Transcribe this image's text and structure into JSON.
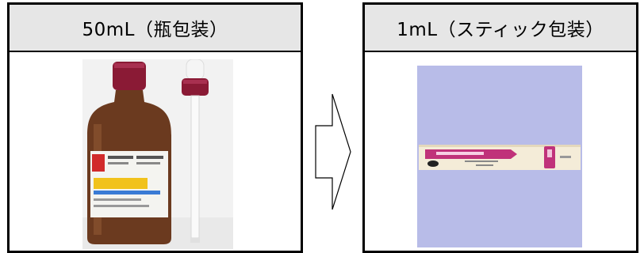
{
  "panels": {
    "left": {
      "title": "50mL（瓶包装）"
    },
    "right": {
      "title": "1mL（スティック包装）"
    }
  },
  "colors": {
    "header_bg": "#e6e6e6",
    "border": "#000000",
    "stick_background": "#b8bce8",
    "bottle_amber": "#6b3a1f",
    "cap_maroon": "#8a1a35",
    "stick_pink": "#c0327a"
  },
  "icons": {
    "arrow": "right-arrow-icon",
    "bottle": "medicine-bottle-photo",
    "dropper": "dropper-photo",
    "stick": "stick-package-photo"
  }
}
